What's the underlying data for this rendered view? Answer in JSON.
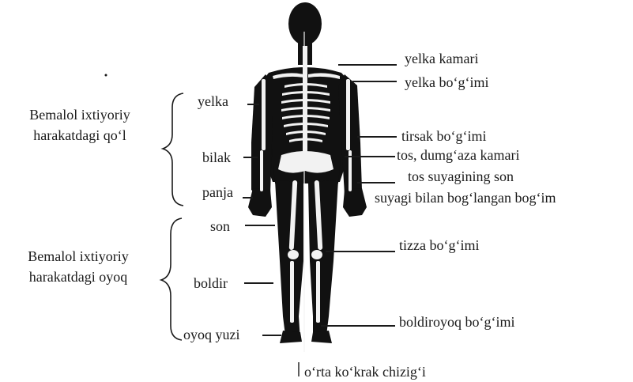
{
  "group_labels": {
    "arm": [
      "Bemalol ixtiyoriy",
      "harakatdagi qo‘l"
    ],
    "leg": [
      "Bemalol ixtiyoriy",
      "harakatdagi oyoq"
    ]
  },
  "left_labels": {
    "yelka": "yelka",
    "bilak": "bilak",
    "panja": "panja",
    "son": "son",
    "boldir": "boldir",
    "oyoq_yuzi": "oyoq yuzi"
  },
  "right_labels": {
    "yelka_kamari": "yelka kamari",
    "yelka_bogimi": "yelka bo‘g‘imi",
    "tirsak_bogimi": "tirsak bo‘g‘imi",
    "tos_kamari": "tos, dumg‘aza kamari",
    "tos_son_line1": "tos suyagining son",
    "tos_son_line2": "suyagi bilan bog‘langan bog‘im",
    "tizza_bogimi": "tizza bo‘g‘imi",
    "boldiroyoq_bogimi": "boldiroyoq bo‘g‘imi"
  },
  "bottom_label": "o‘rta ko‘krak chizig‘i",
  "colors": {
    "ink": "#1a1a1a",
    "bone": "#f2f2f2",
    "body": "#111111"
  }
}
